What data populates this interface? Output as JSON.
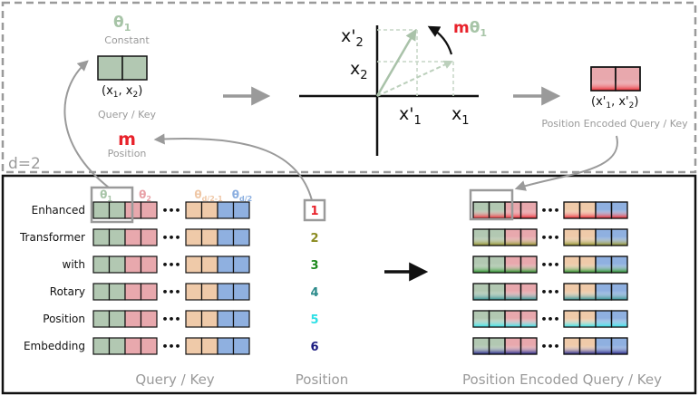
{
  "top_panel": {
    "theta_label": "θ",
    "theta_sub": "1",
    "constant_label": "Constant",
    "pair_label": "(x",
    "pair_sub1": "1",
    "pair_mid": ", x",
    "pair_sub2": "2",
    "pair_end": ")",
    "query_key_label": "Query / Key",
    "m_label": "m",
    "position_label": "Position",
    "d_label": "d=2",
    "rotation_m": "m",
    "rotation_theta": "θ",
    "rotation_sub": "1",
    "axis_x2_prime": "x'",
    "axis_x2_prime_sub": "2",
    "axis_x2": "x",
    "axis_x2_sub": "2",
    "axis_x1_prime": "x'",
    "axis_x1_prime_sub": "1",
    "axis_x1": "x",
    "axis_x1_sub": "1",
    "encoded_pair_label": "(x'",
    "encoded_sub1": "1",
    "encoded_mid": ", x'",
    "encoded_sub2": "2",
    "encoded_end": ")",
    "encoded_caption": "Position Encoded Query / Key"
  },
  "bottom_panel": {
    "theta_headers": [
      {
        "text": "θ",
        "sub": "1",
        "color": "#a7c4a7"
      },
      {
        "text": "θ",
        "sub": "2",
        "color": "#e8a0a6"
      },
      {
        "text": "θ",
        "sub": "d/2-1",
        "color": "#efc7a6"
      },
      {
        "text": "θ",
        "sub": "d/2",
        "color": "#8aaee0"
      }
    ],
    "ellipsis": "•••",
    "words": [
      "Enhanced",
      "Transformer",
      "with",
      "Rotary",
      "Position",
      "Embedding"
    ],
    "positions": [
      {
        "value": "1",
        "color": "#e8222b"
      },
      {
        "value": "2",
        "color": "#8b8b20"
      },
      {
        "value": "3",
        "color": "#1e8a1e"
      },
      {
        "value": "4",
        "color": "#2b8a8a"
      },
      {
        "value": "5",
        "color": "#2ee0e6"
      },
      {
        "value": "6",
        "color": "#1a1a80"
      }
    ],
    "query_key_caption": "Query / Key",
    "position_caption": "Position",
    "encoded_caption": "Position Encoded Query / Key"
  },
  "colors": {
    "green": "#b2c8b2",
    "pink": "#e8a8ad",
    "peach": "#efcaa9",
    "blue": "#8fb0e0",
    "grey_text": "#9a9a9a",
    "red": "#e8222b"
  }
}
